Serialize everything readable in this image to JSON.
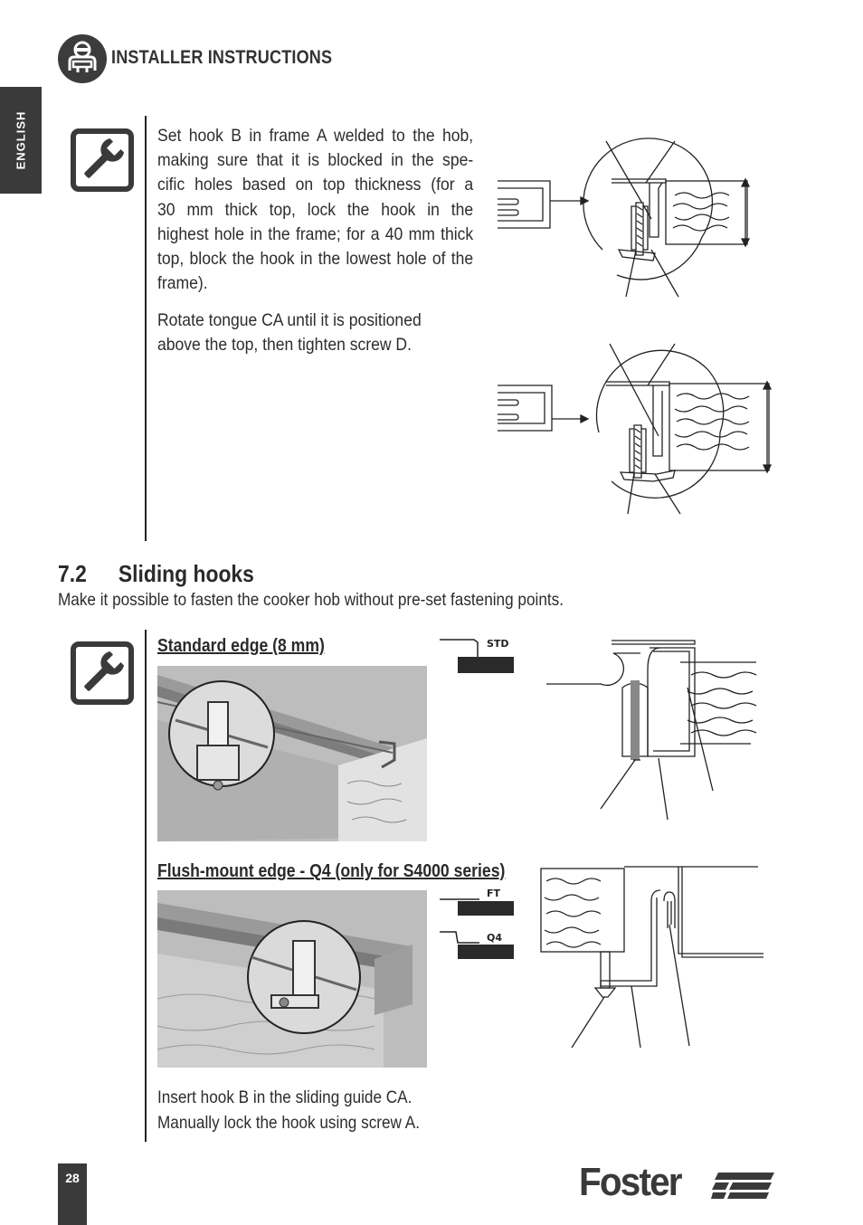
{
  "header": {
    "title": "INSTALLER INSTRUCTIONS",
    "icon": "installer-person-icon"
  },
  "side_tab": {
    "label": "ENGLISH"
  },
  "step1": {
    "icon": "wrench-icon",
    "paragraph1": "Set hook B in frame A welded to the hob, making sure that it is blocked in the specific holes based on top thickness (for a 30 mm thick top, lock the hook in the highest hole in the frame; for a 40 mm thick top, block the hook in the lowest hole of the frame).",
    "paragraph1_lines": [
      "Set hook B in frame A welded to the hob,",
      "making sure that it is blocked in the spe-",
      "cific holes based on top thickness (for a",
      "30 mm thick top, lock the hook in the",
      "highest hole in the frame; for a 40 mm thick",
      "top, block the hook in the lowest hole of the",
      "frame)."
    ],
    "paragraph2_lines": [
      "Rotate tongue CA until it is positioned",
      "above the top, then tighten screw D."
    ]
  },
  "section": {
    "number": "7.2",
    "title": "Sliding hooks",
    "intro": "Make it possible to fasten the cooker hob without pre-set fastening points."
  },
  "step2": {
    "icon": "wrench-icon",
    "standard_title": "Standard edge (8 mm)",
    "flush_title": "Flush-mount edge - Q4 (only for S4000 series)",
    "profile_labels": {
      "std": "STD",
      "ft": "FT",
      "q4": "Q4"
    },
    "instructions": [
      "Insert hook B in the sliding guide CA.",
      "Manually lock the hook using screw A."
    ]
  },
  "footer": {
    "page_number": "28",
    "brand": "Foster"
  },
  "colors": {
    "dark_gray": "#3a3a3a",
    "text": "#2d2d2d",
    "background": "#ffffff"
  }
}
